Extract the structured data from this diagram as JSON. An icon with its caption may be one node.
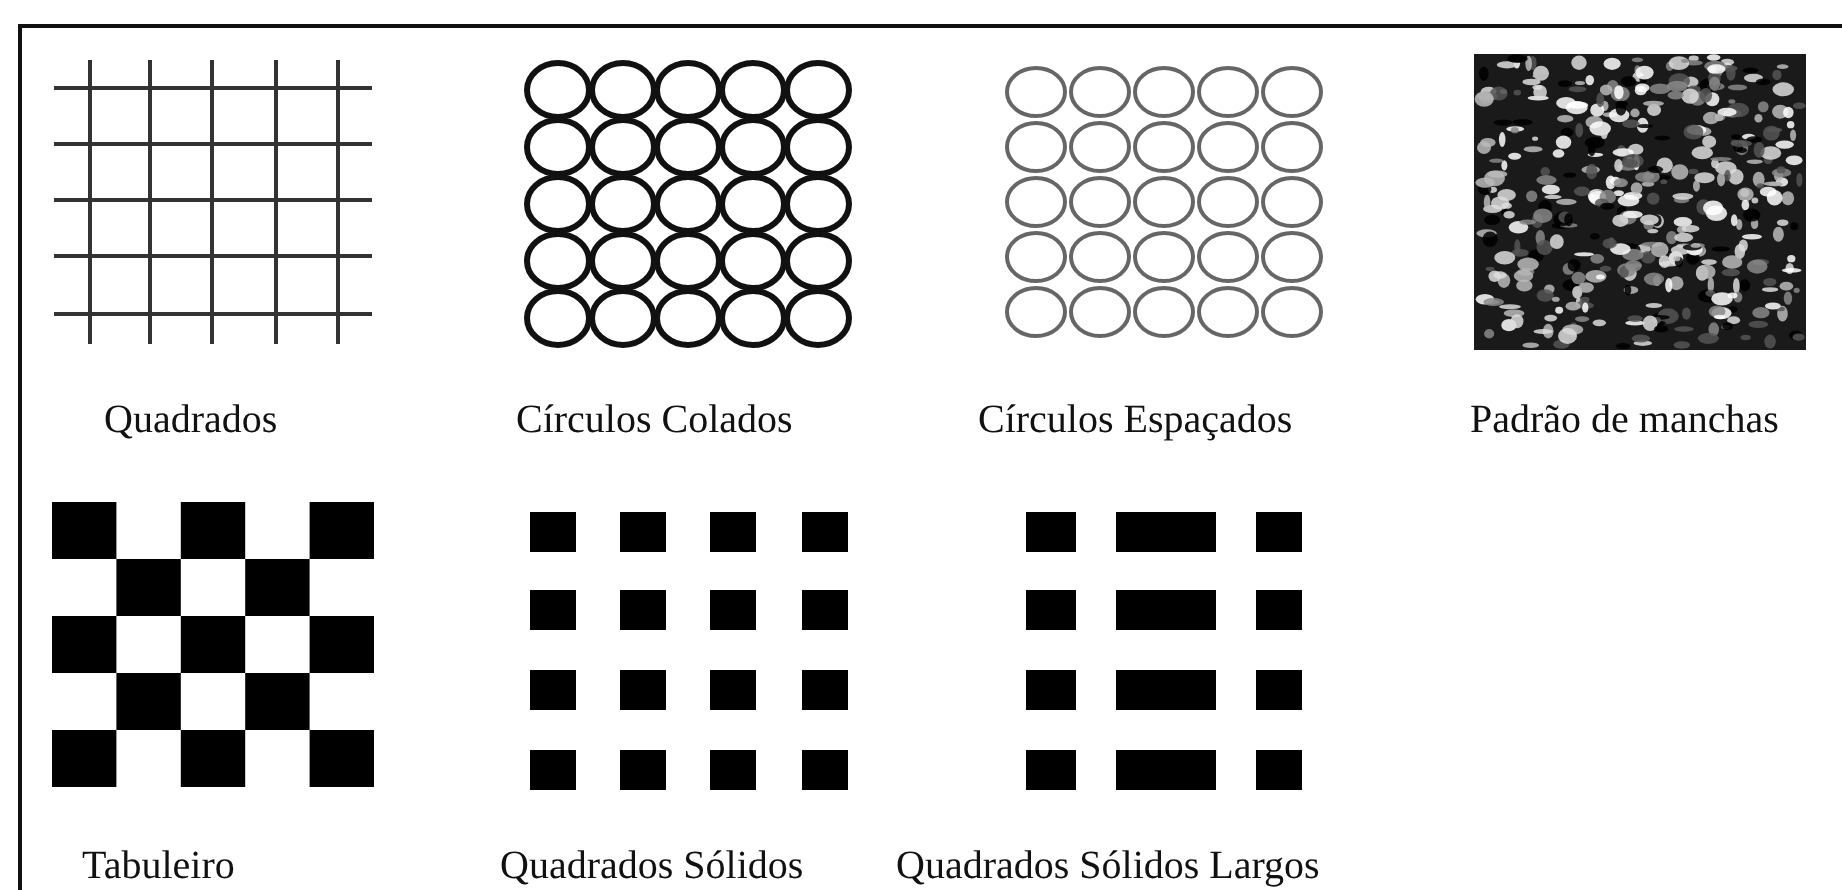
{
  "diagram": {
    "labels": [
      "Quadrados",
      "Círculos Colados",
      "Círculos Espaçados",
      "Padrão de manchas",
      "Tabuleiro",
      "Quadrados Sólidos",
      "Quadrados Sólidos Largos"
    ]
  }
}
